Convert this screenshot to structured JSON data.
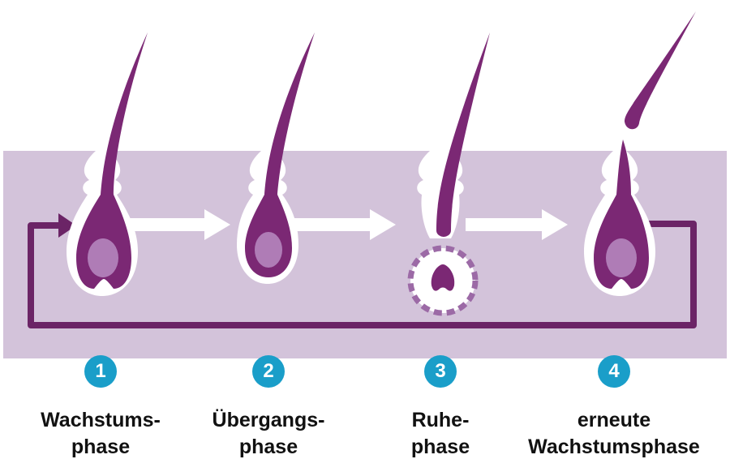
{
  "colors": {
    "band": "#d3c3da",
    "hair": "#7b2874",
    "bulb_light": "#b98bc2",
    "arrow_white": "#ffffff",
    "cycle_line": "#6b2466",
    "badge": "#1a9ec9",
    "dashed_ring": "#9c6aa6"
  },
  "phases": [
    {
      "number": "1",
      "line1": "Wachstums-",
      "line2": "phase"
    },
    {
      "number": "2",
      "line1": "Übergangs-",
      "line2": "phase"
    },
    {
      "number": "3",
      "line1": "Ruhe-",
      "line2": "phase"
    },
    {
      "number": "4",
      "line1": "erneute",
      "line2": "Wachstumsphase"
    }
  ]
}
